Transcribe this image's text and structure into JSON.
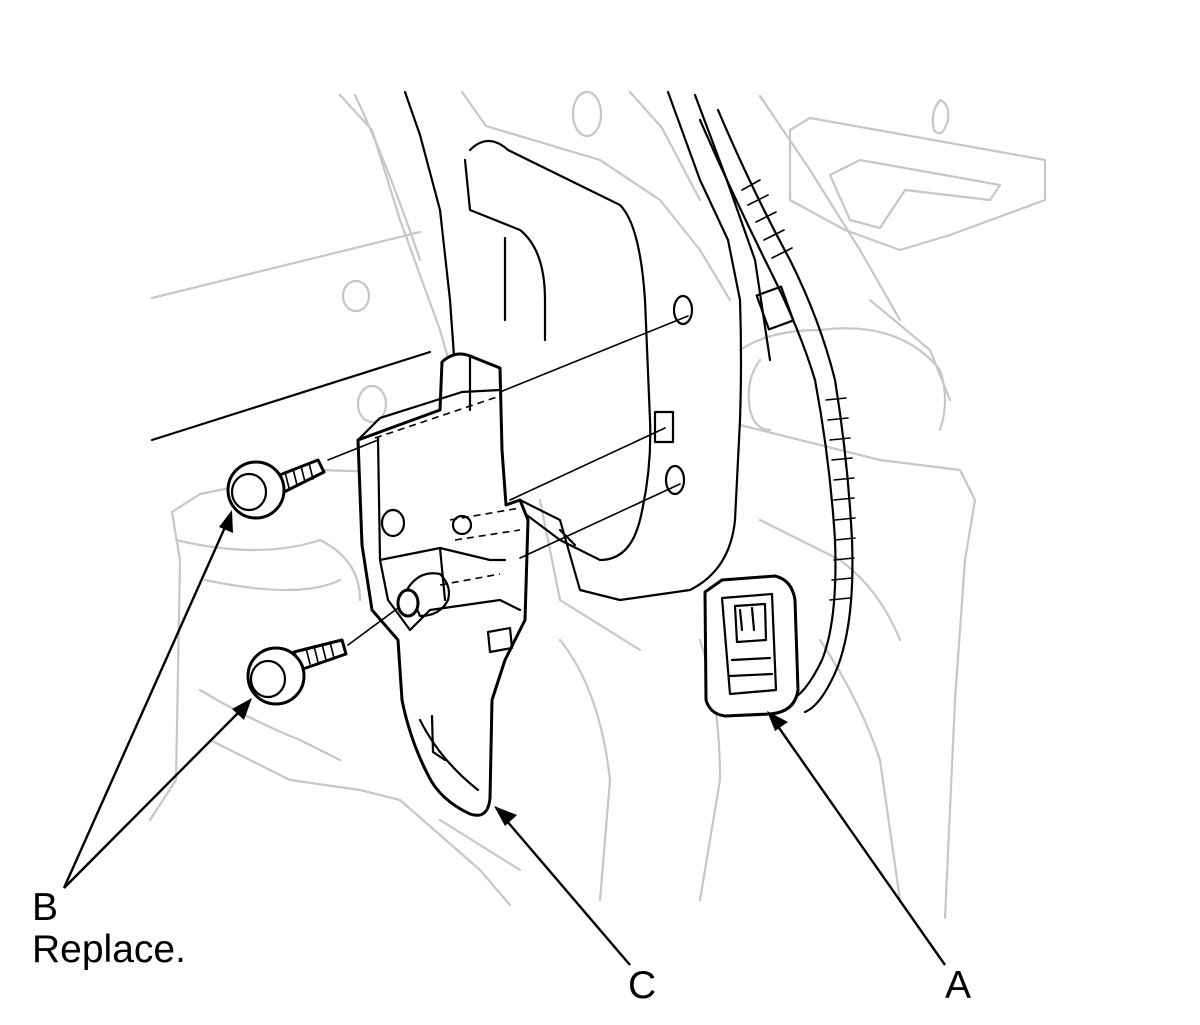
{
  "callouts": {
    "a": {
      "letter": "A"
    },
    "b": {
      "letter": "B",
      "note": "Replace."
    },
    "c": {
      "letter": "C"
    }
  }
}
